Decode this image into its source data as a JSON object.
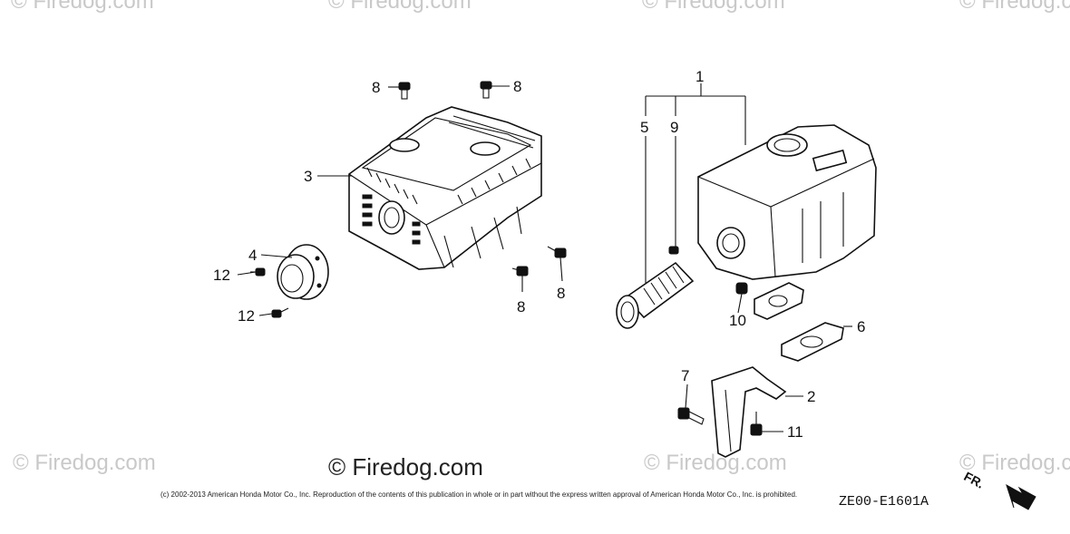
{
  "watermarks": {
    "corner": "© Firedog.com",
    "main": "© Firedog.com"
  },
  "copyright": "(c) 2002-2013 American Honda Motor Co., Inc. Reproduction of the contents of this publication in whole or in part without the express written approval of American Honda Motor Co., Inc. is prohibited.",
  "diagram_code": "ZE00-E1601A",
  "direction_marker": "FR.",
  "callouts": {
    "c1": "1",
    "c2": "2",
    "c3": "3",
    "c4": "4",
    "c5": "5",
    "c6": "6",
    "c7": "7",
    "c8a": "8",
    "c8b": "8",
    "c8c": "8",
    "c8d": "8",
    "c9": "9",
    "c10": "10",
    "c11": "11",
    "c12a": "12",
    "c12b": "12"
  }
}
